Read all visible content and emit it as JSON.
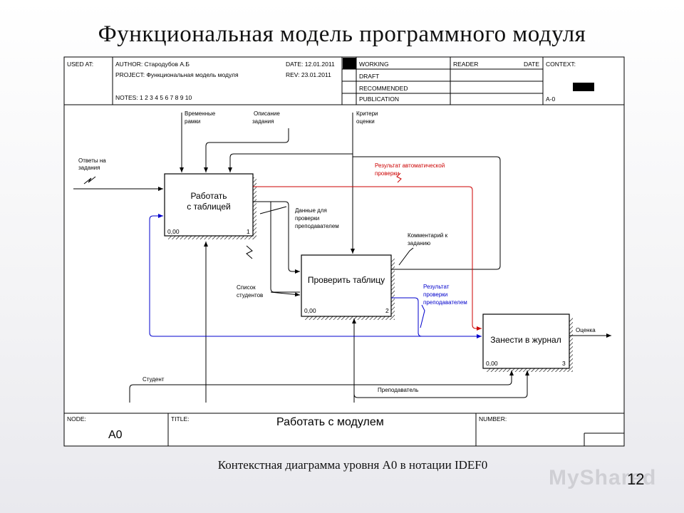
{
  "slide": {
    "title": "Функциональная модель программного модуля",
    "caption": "Контекстная диаграмма уровня А0 в нотации IDEF0",
    "page_number": "12",
    "logo_text": "MyShared"
  },
  "header": {
    "used_at": "USED AT:",
    "author": "AUTHOR: Стародубов А.Б",
    "project": "PROJECT: Функциональная модель модуля",
    "notes": "NOTES: 1 2 3 4 5 6 7 8 9 10",
    "date": "DATE: 12.01.2011",
    "rev": "REV: 23.01.2011",
    "working": "WORKING",
    "draft": "DRAFT",
    "recommended": "RECOMMENDED",
    "publication": "PUBLICATION",
    "reader": "READER",
    "reader_date": "DATE",
    "context": "CONTEXT:",
    "context_node": "A-0"
  },
  "boxes": [
    {
      "line1": "Работать",
      "line2": "с таблицей",
      "cost": "0,00",
      "num": "1"
    },
    {
      "line1": "Проверить таблицу",
      "line2": "",
      "cost": "0,00",
      "num": "2"
    },
    {
      "line1": "Занести в журнал",
      "line2": "",
      "cost": "0,00",
      "num": "3"
    }
  ],
  "arrows": {
    "vremennye_1": "Временные",
    "vremennye_2": "рамки",
    "opisanie_1": "Описание",
    "opisanie_2": "задания",
    "kriterii_1": "Критери",
    "kriterii_2": "оценки",
    "otvety_1": "Ответы на",
    "otvety_2": "задания",
    "auto_1": "Результат автоматической",
    "auto_2": "проверки",
    "dannye_1": "Данные для",
    "dannye_2": "проверки",
    "dannye_3": "преподавателем",
    "komment_1": "Комментарий к",
    "komment_2": "заданию",
    "spisok_1": "Список",
    "spisok_2": "студентов",
    "rez_prep_1": "Результат",
    "rez_prep_2": "проверки",
    "rez_prep_3": "преподавателем",
    "ocenka": "Оценка",
    "student": "Студент",
    "prepodavatel": "Преподаватель"
  },
  "footer": {
    "node_label": "NODE:",
    "node_value": "A0",
    "title_label": "TITLE:",
    "title_value": "Работать с модулем",
    "number_label": "NUMBER:"
  },
  "colors": {
    "red": "#cc0000",
    "blue": "#0000cc",
    "black": "#000000"
  }
}
